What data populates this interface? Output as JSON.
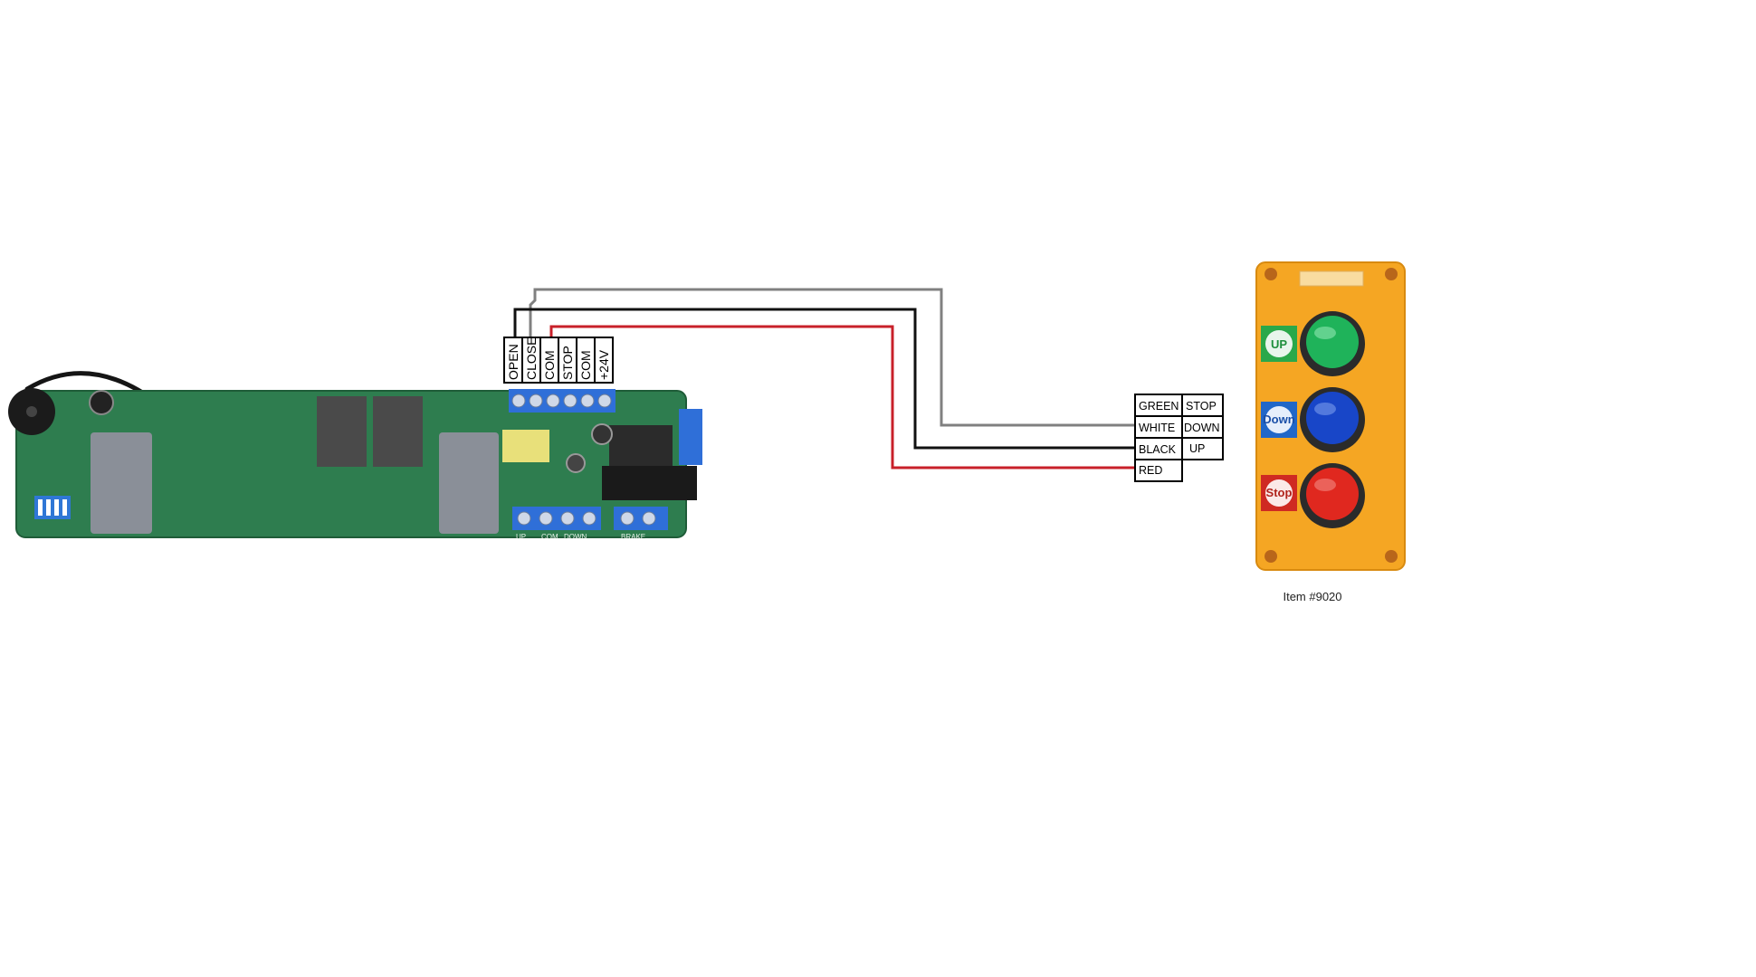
{
  "controller": {
    "terminals": [
      "OPEN",
      "CLOSE",
      "COM",
      "STOP",
      "COM",
      "+24V"
    ],
    "bottom_labels": [
      "UP",
      "COM",
      "DOWN",
      "BRAKE"
    ]
  },
  "wiring_table": {
    "rows": [
      {
        "color": "GREEN",
        "function": "STOP"
      },
      {
        "color": "WHITE",
        "function": "DOWN"
      },
      {
        "color": "BLACK",
        "function": "UP"
      },
      {
        "color": "RED",
        "function": ""
      }
    ]
  },
  "control_box": {
    "buttons": [
      {
        "label": "UP",
        "cap_color": "#1fb35a",
        "tag_color": "#2aa84a"
      },
      {
        "label": "Down",
        "cap_color": "#1846c8",
        "tag_color": "#2167c8"
      },
      {
        "label": "Stop",
        "cap_color": "#e0281f",
        "tag_color": "#cf2a22"
      }
    ],
    "housing_color": "#f5a623"
  },
  "wire_colors": {
    "gray": "#808080",
    "black": "#111111",
    "red": "#c8202a"
  },
  "caption": "Item #9020"
}
